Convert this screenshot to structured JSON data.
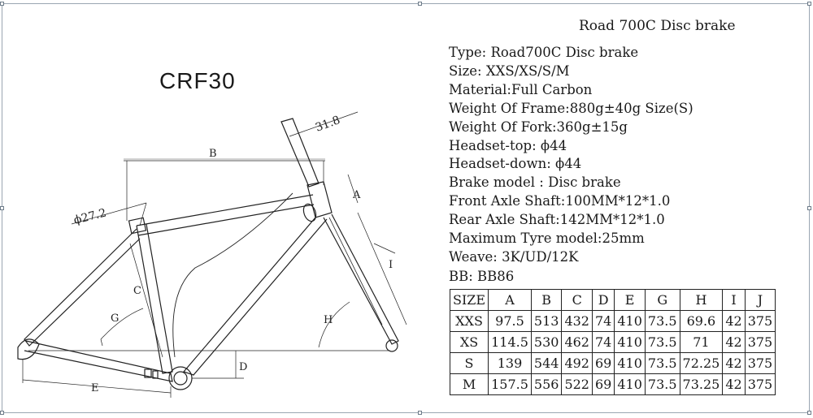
{
  "model_name": "CRF30",
  "spec_title": "Road 700C Disc brake",
  "specs": [
    "Type: Road700C  Disc brake",
    "Size: XXS/XS/S/M",
    "Material:Full Carbon",
    "Weight Of Frame:880g±40g Size(S)",
    "Weight Of Fork:360g±15g",
    "Headset-top: ϕ44",
    "Headset-down: ϕ44",
    "Brake model : Disc brake",
    "Front Axle Shaft:100MM*12*1.0",
    "Rear Axle Shaft:142MM*12*1.0",
    "Maximum Tyre model:25mm",
    "Weave: 3K/UD/12K"
  ],
  "bb": "BB: BB86",
  "table": {
    "headers": [
      "SIZE",
      "A",
      "B",
      "C",
      "D",
      "E",
      "G",
      "H",
      "I",
      "J"
    ],
    "rows": [
      [
        "XXS",
        "97.5",
        "513",
        "432",
        "74",
        "410",
        "73.5",
        "69.6",
        "42",
        "375"
      ],
      [
        "XS",
        "114.5",
        "530",
        "462",
        "74",
        "410",
        "73.5",
        "71",
        "42",
        "375"
      ],
      [
        "S",
        "139",
        "544",
        "492",
        "69",
        "410",
        "73.5",
        "72.25",
        "42",
        "375"
      ],
      [
        "M",
        "157.5",
        "556",
        "522",
        "69",
        "410",
        "73.5",
        "73.25",
        "42",
        "375"
      ]
    ]
  },
  "diagram_labels": {
    "b": "B",
    "seatpost": "ϕ27.2",
    "stem": "31.8",
    "c": "C",
    "g": "G",
    "h": "H",
    "d": "D",
    "e": "E",
    "a": "A",
    "i": "I"
  }
}
